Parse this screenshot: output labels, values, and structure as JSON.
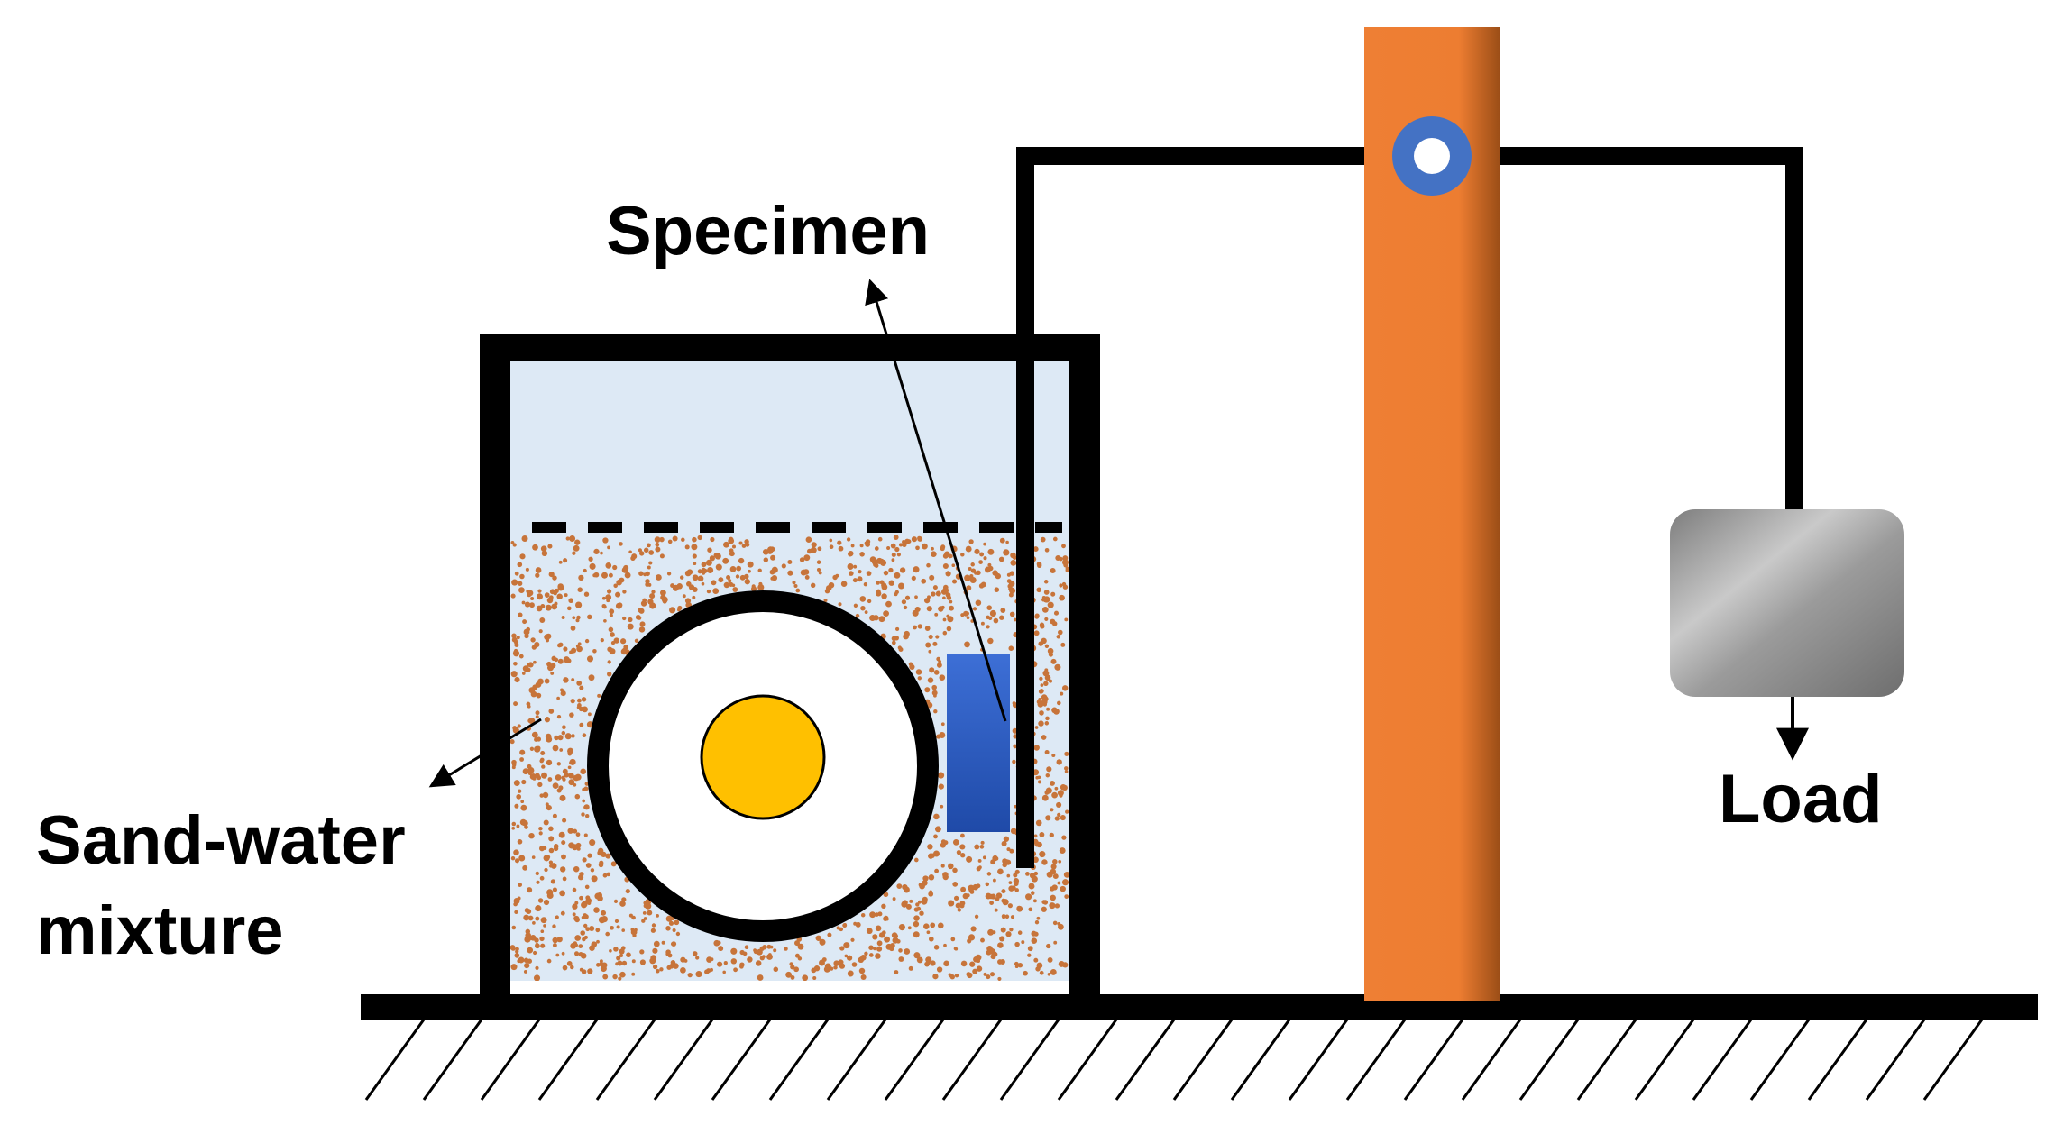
{
  "labels": {
    "specimen": "Specimen",
    "sand_water_line1": "Sand-water",
    "sand_water_line2": "mixture",
    "load": "Load"
  },
  "colors": {
    "outline": "#000000",
    "water": "#dde9f5",
    "sand_dots": "#c7743a",
    "post": "#ed7d31",
    "post_shade": "#a9551a",
    "pivot_ring": "#4472c4",
    "specimen": "#2f5fc4",
    "core": "#ffc000",
    "load_weight": "#9a9a9a"
  },
  "icons": {
    "pivot": "pivot-bearing-icon",
    "ground": "ground-hatch-icon",
    "weight": "load-weight-icon"
  }
}
